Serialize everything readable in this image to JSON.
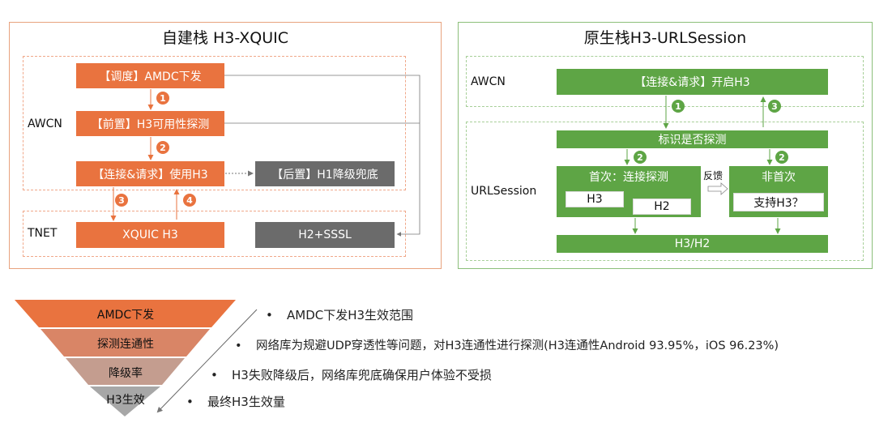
{
  "left_panel": {
    "title": "自建栈 H3-XQUIC",
    "awcn_label": "AWCN",
    "tnet_label": "TNET",
    "box_dispatch": "【调度】AMDC下发",
    "box_pre": "【前置】H3可用性探测",
    "box_connect": "【连接&请求】使用H3",
    "box_post": "【后置】H1降级兜底",
    "box_xquic": "XQUIC H3",
    "box_h2": "H2+SSSL",
    "steps": [
      "1",
      "2",
      "3",
      "4"
    ]
  },
  "right_panel": {
    "title": "原生栈H3-URLSession",
    "awcn_label": "AWCN",
    "urlsession_label": "URLSession",
    "box_connect": "【连接&请求】开启H3",
    "box_identify": "标识是否探测",
    "box_first": "首次：连接探测",
    "box_nonfirst": "非首次",
    "box_h3": "H3",
    "box_h2": "H2",
    "box_support": "支持H3？",
    "feedback": "反馈",
    "box_result": "H3/H2",
    "steps": [
      "1",
      "3",
      "2",
      "2"
    ]
  },
  "funnel": {
    "levels": [
      {
        "label": "AMDC下发",
        "color": "#e9733f"
      },
      {
        "label": "探测连通性",
        "color": "#d98566"
      },
      {
        "label": "降级率",
        "color": "#c49d8f"
      },
      {
        "label": "H3生效",
        "color": "#a7a7a7"
      }
    ]
  },
  "bullets": [
    "AMDC下发H3生效范围",
    "网络库为规避UDP穿透性等问题，对H3连通性进行探测(H3连通性Android 93.95%，iOS 96.23%)",
    "H3失败降级后，网络库兜底确保用户体验不受损",
    "最终H3生效量"
  ],
  "bullet_symbol": "•"
}
